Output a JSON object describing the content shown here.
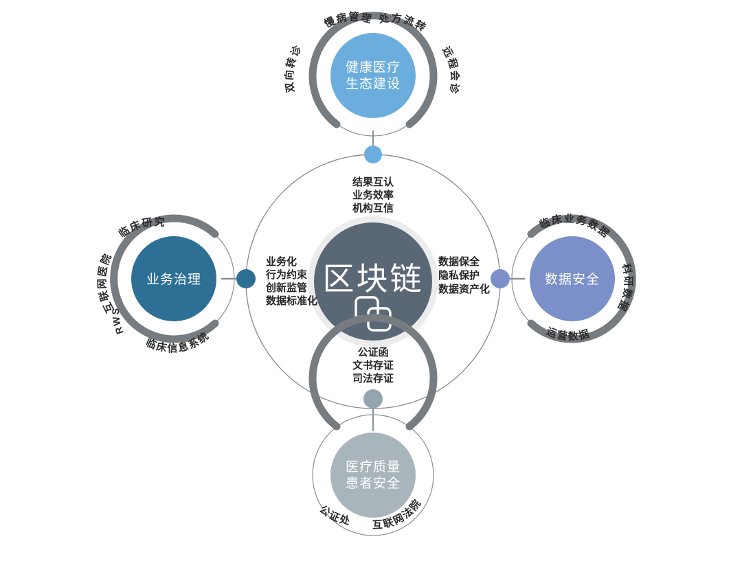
{
  "diagram": {
    "type": "hub-and-spoke-radial",
    "background_color": "#ffffff",
    "hub": {
      "label": "区块链",
      "icon": "blockchain-blocks-icon",
      "fill": "#5a6775",
      "halo_fill": "#ececec",
      "text_color": "#ffffff"
    },
    "orbit": {
      "stroke": "#8a8f96",
      "radius": 185
    },
    "spokes": [
      {
        "id": "top",
        "lines": [
          "结果互认",
          "业务效率",
          "机构互信"
        ],
        "align": "center"
      },
      {
        "id": "left",
        "lines": [
          "业务化",
          "行为约束",
          "创新监管",
          "数据标准化"
        ],
        "align": "left"
      },
      {
        "id": "right",
        "lines": [
          "数据保全",
          "隐私保护",
          "数据资产化"
        ],
        "align": "left"
      },
      {
        "id": "bottom",
        "lines": [
          "公证函",
          "文书存证",
          "司法存证"
        ],
        "align": "center"
      }
    ],
    "nodes": [
      {
        "id": "top",
        "title_lines": [
          "健康医疗",
          "生态建设"
        ],
        "core_fill": "#6BAEDD",
        "connector_fill": "#6BAEDD",
        "arc_stroke": "#777c80",
        "ring_labels": [
          "双向转诊",
          "慢病管理",
          "处方流转",
          "远程会诊"
        ]
      },
      {
        "id": "left",
        "title_lines": [
          "业务治理"
        ],
        "core_fill": "#2E6F96",
        "connector_fill": "#2E6F96",
        "arc_stroke": "#777c80",
        "ring_labels": [
          "互联网医院",
          "临床研究",
          "RWS",
          "临床信息系统"
        ]
      },
      {
        "id": "right",
        "title_lines": [
          "数据安全"
        ],
        "core_fill": "#7B8FC9",
        "connector_fill": "#7B8FC9",
        "arc_stroke": "#777c80",
        "ring_labels": [
          "临床业务数据",
          "科研数据",
          "运营数据"
        ]
      },
      {
        "id": "bottom",
        "title_lines": [
          "医疗质量",
          "患者安全"
        ],
        "core_fill": "#A8B6BC",
        "connector_fill": "#93A5AE",
        "arc_stroke": "#777c80",
        "ring_labels": [
          "公证处",
          "互联网法院"
        ]
      }
    ]
  }
}
